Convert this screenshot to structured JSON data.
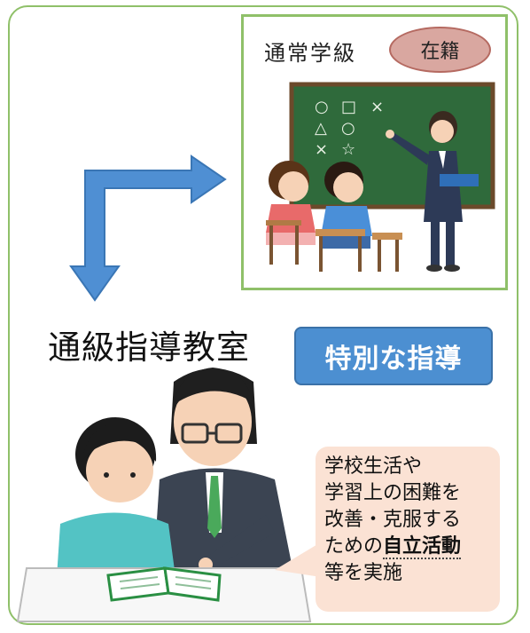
{
  "regular_class": {
    "title": "通常学級",
    "badge": "在籍",
    "board_symbols": [
      "○",
      "□",
      "×",
      "△",
      "○",
      "×",
      "☆"
    ]
  },
  "resource_room": {
    "title": "通級指導教室",
    "special_label": "特別な指導"
  },
  "bubble": {
    "line1": "学校生活や",
    "line2": "学習上の困難を",
    "line3": "改善・克服する",
    "line4_prefix": "ための",
    "line4_emphasis": "自立活動",
    "line5": "等を実施"
  },
  "colors": {
    "frame": "#8fc069",
    "arrow": "#4f8fd3",
    "special_button": "#4c8fd1",
    "badge": "#d9a7a0",
    "bubble": "#fbe2d4",
    "chalkboard": "#2f6a3b"
  }
}
